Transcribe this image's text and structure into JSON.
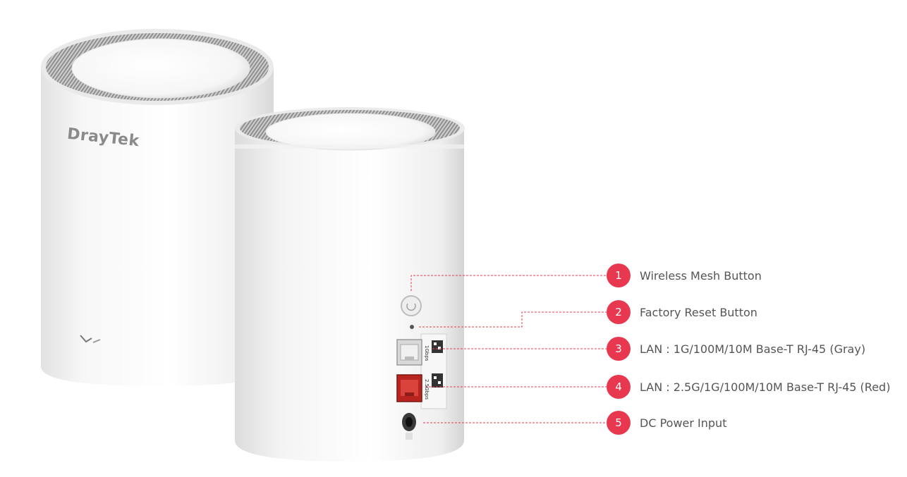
{
  "brand": {
    "logo_text": "DrayTek"
  },
  "callouts": [
    {
      "number": "1",
      "label": "Wireless Mesh Button"
    },
    {
      "number": "2",
      "label": "Factory Reset Button"
    },
    {
      "number": "3",
      "label": "LAN : 1G/100M/10M Base-T RJ-45 (Gray)"
    },
    {
      "number": "4",
      "label": "LAN : 2.5G/1G/100M/10M Base-T RJ-45 (Red)"
    },
    {
      "number": "5",
      "label": "DC Power Input"
    }
  ],
  "colors": {
    "badge": "#e8384f",
    "leader_line": "#e8384f",
    "label_text": "#555555",
    "red_port": "#c8302a"
  },
  "port_labels": {
    "gray_port": "1Gbps",
    "red_port": "2.5Gbps"
  }
}
